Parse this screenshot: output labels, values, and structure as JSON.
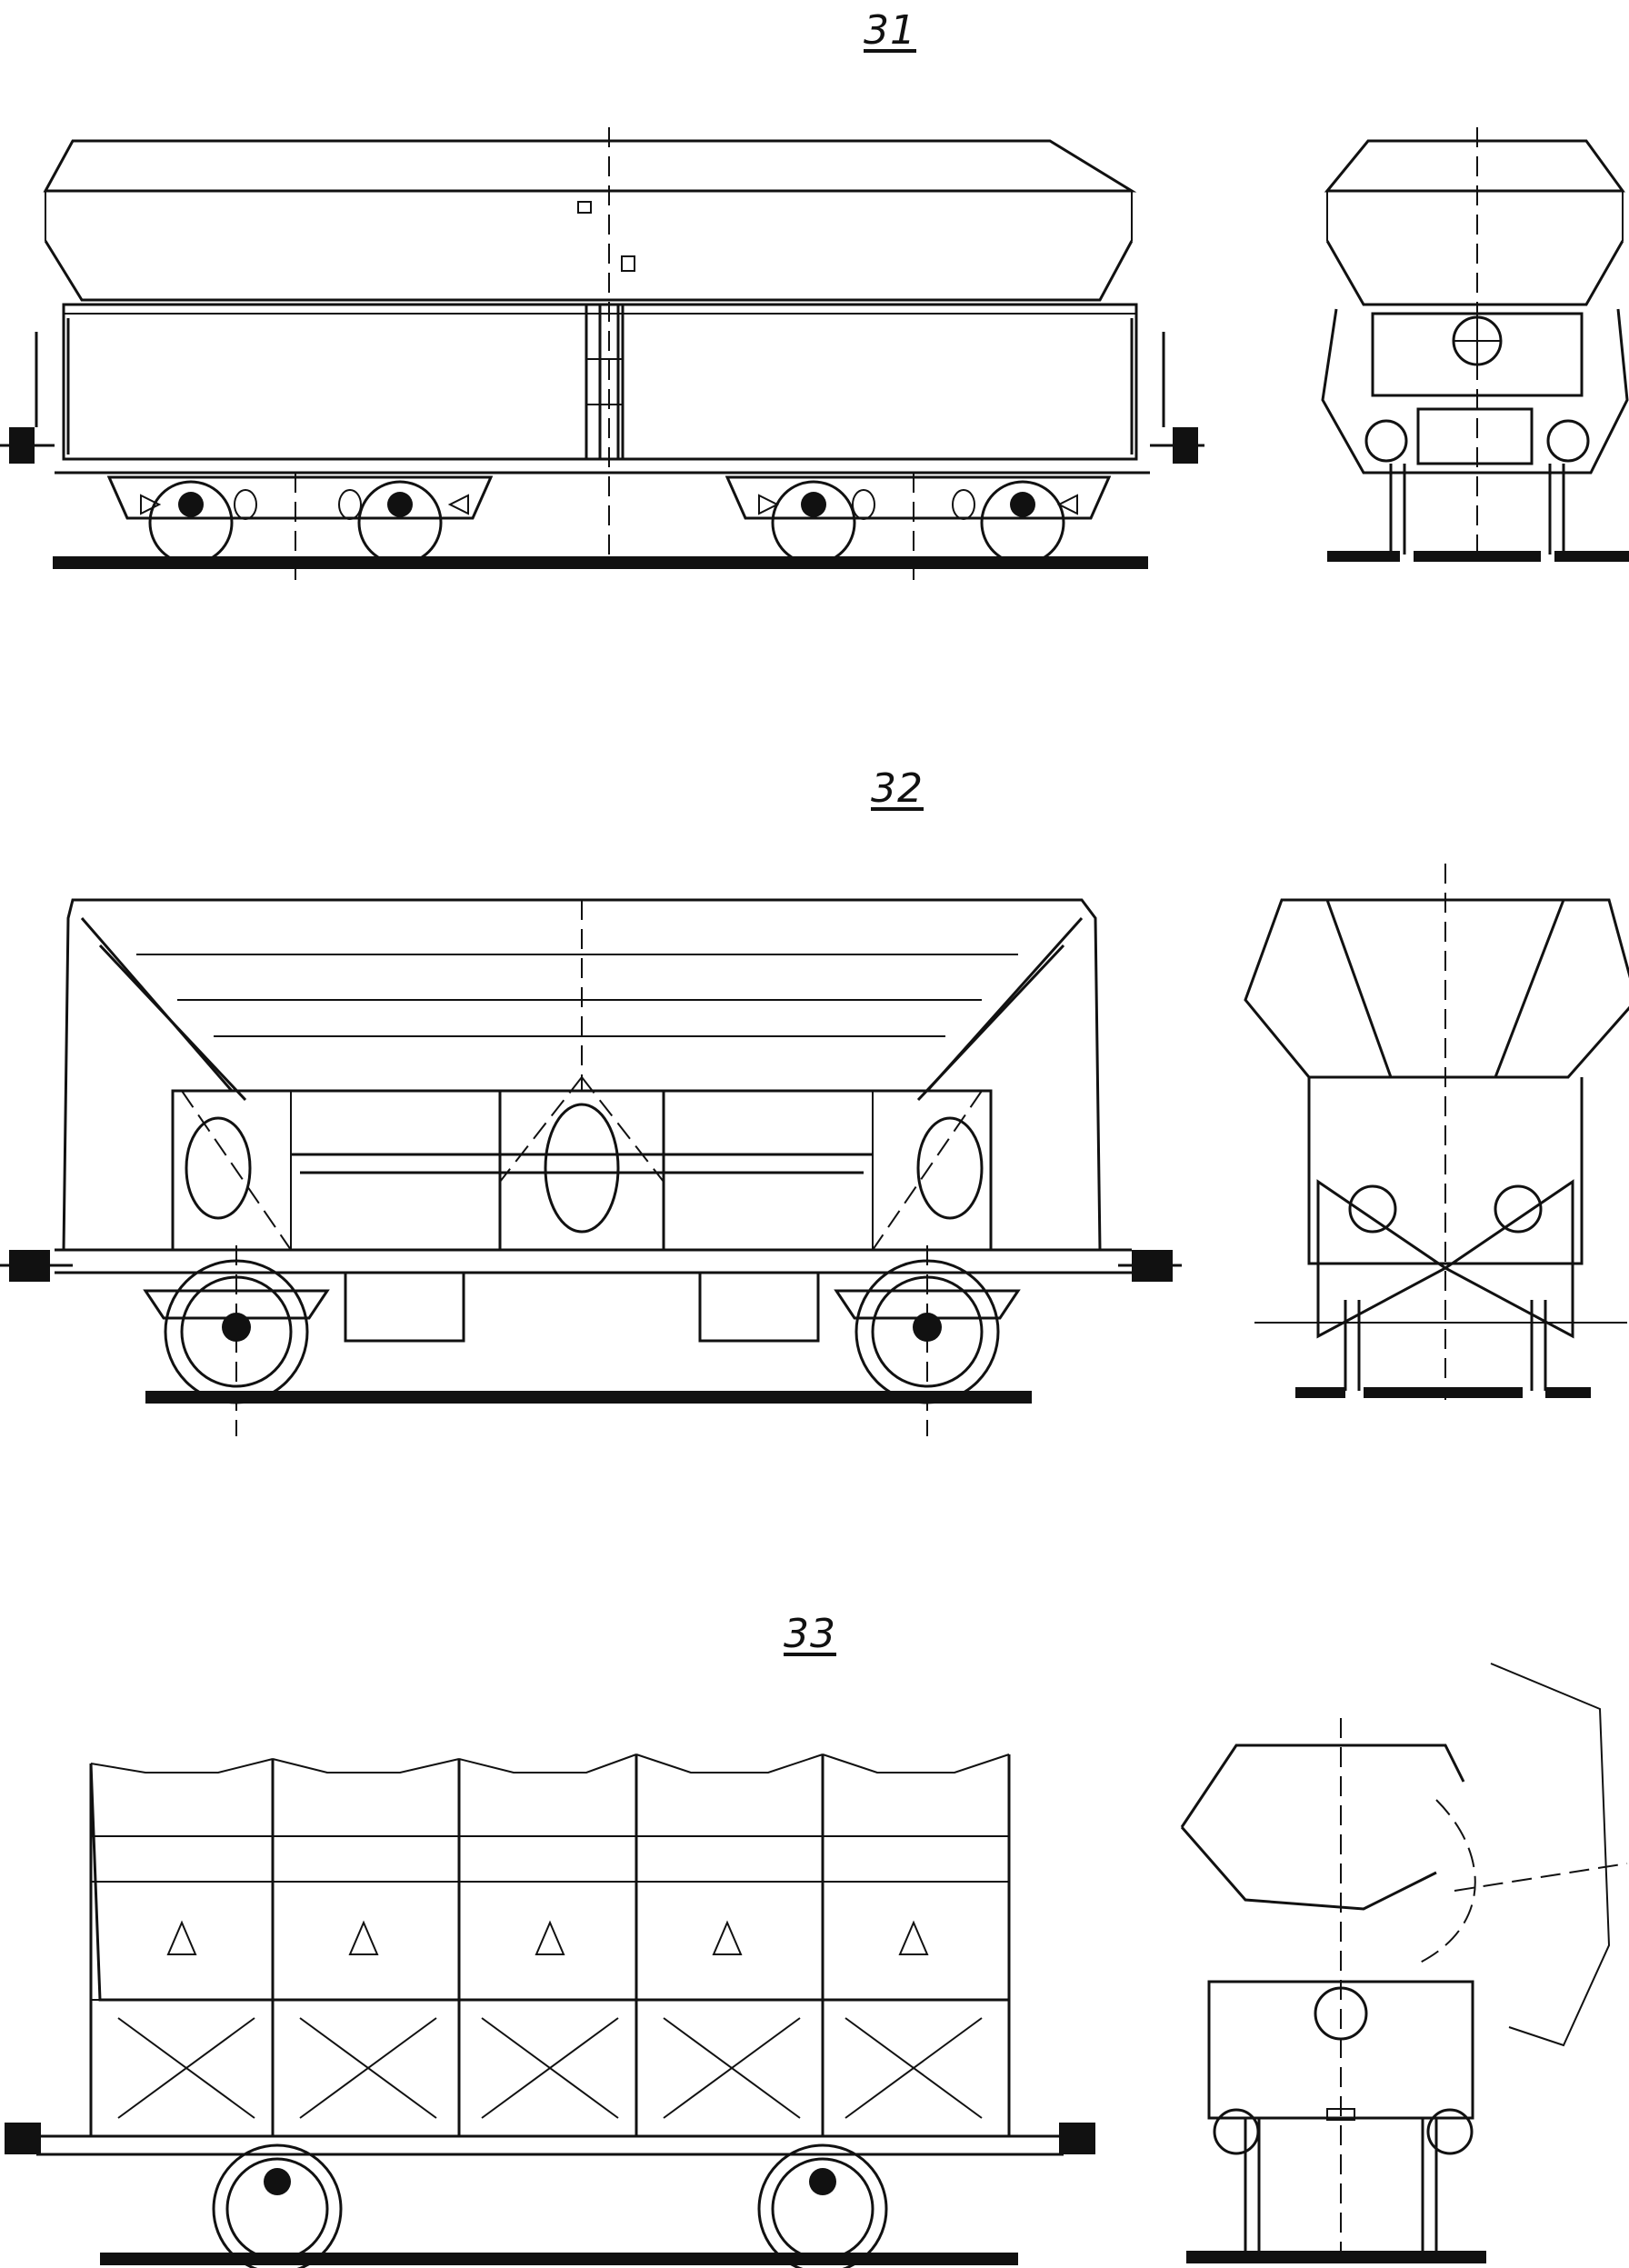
{
  "figures": [
    {
      "id": "31",
      "label": "31"
    },
    {
      "id": "32",
      "label": "32"
    },
    {
      "id": "33",
      "label": "33"
    }
  ],
  "colors": {
    "ink": "#111111",
    "paper": "#ffffff"
  }
}
